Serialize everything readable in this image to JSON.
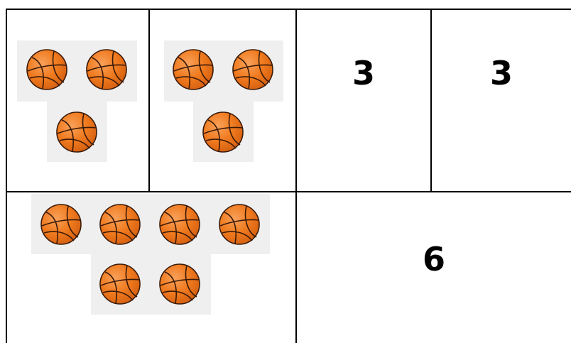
{
  "worksheet": {
    "title": "",
    "top_row": {
      "group_a": {
        "ball_count": 3,
        "icon": "basketball-icon"
      },
      "group_b": {
        "ball_count": 3,
        "icon": "basketball-icon"
      },
      "count_a": "3",
      "count_b": "3"
    },
    "bottom_row": {
      "group_total": {
        "ball_count": 6,
        "icon": "basketball-icon"
      },
      "count_total": "6"
    }
  },
  "colors": {
    "ball_fill": "#f07a1e",
    "ball_shade": "#d45f10",
    "ball_seam": "#3a1a08",
    "patch_bg": "#efefef",
    "grid_line": "#000000"
  }
}
